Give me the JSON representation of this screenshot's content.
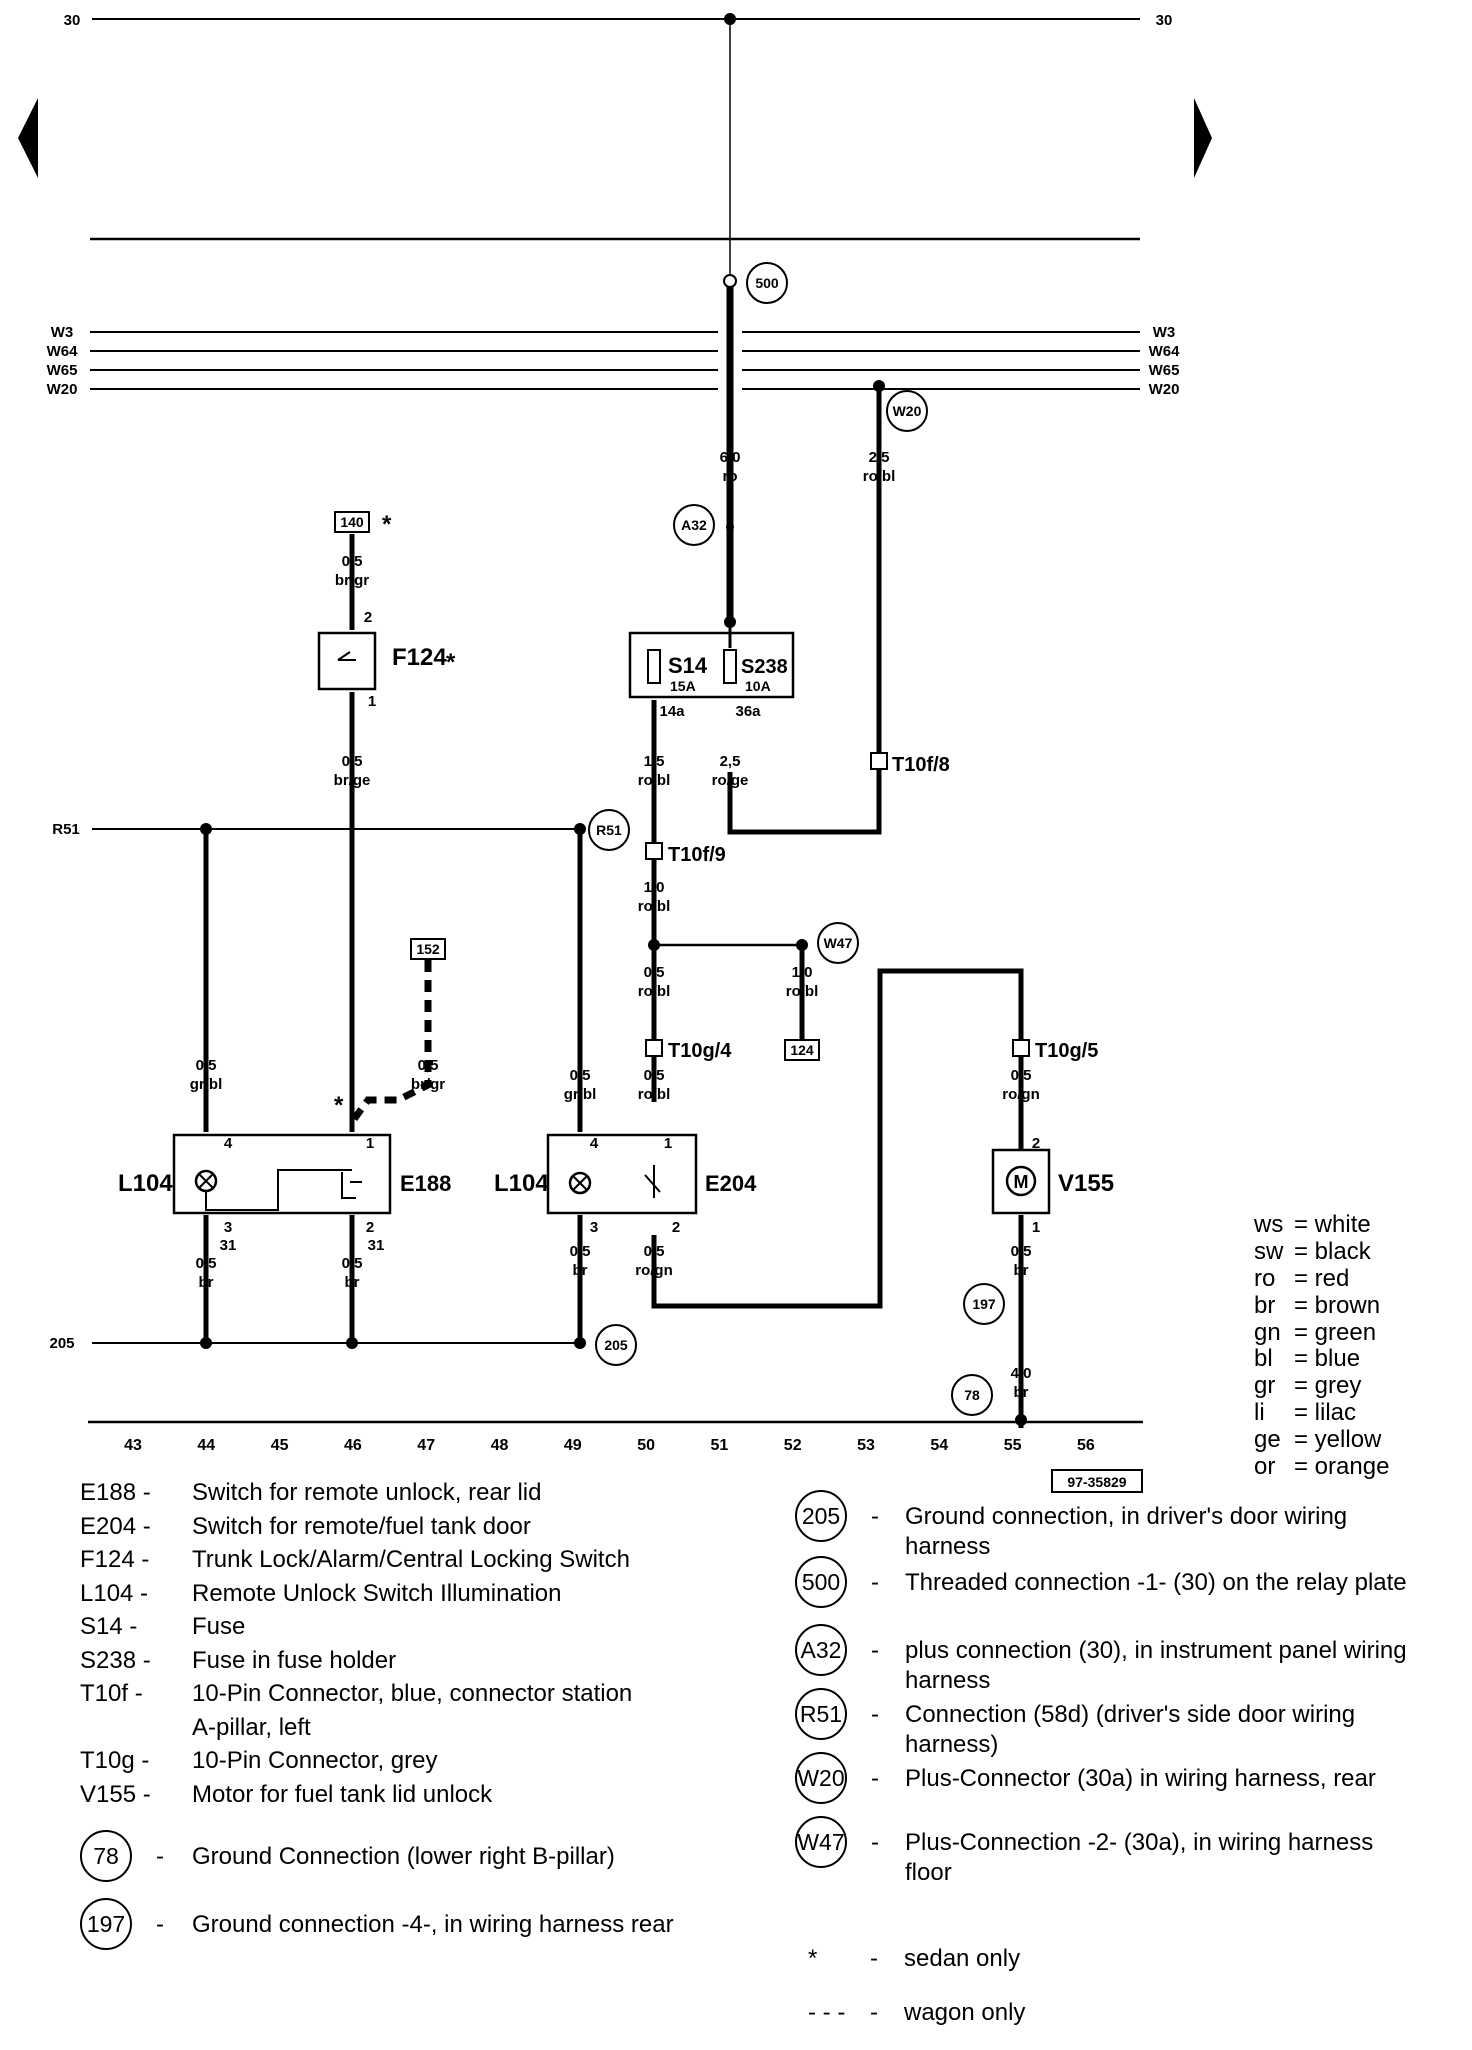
{
  "bus_labels": {
    "terminal_30": "30",
    "w3": "W3",
    "w64": "W64",
    "w65": "W65",
    "w20": "W20",
    "r51": "R51",
    "g205": "205"
  },
  "wires": {
    "w500": {
      "size": "6,0",
      "color": "ro"
    },
    "ww20": {
      "size": "2,5",
      "color": "ro/bl"
    },
    "w140": {
      "size": "0,5",
      "color": "br/gr"
    },
    "wf124": {
      "size": "0,5",
      "color": "br/ge"
    },
    "ws14": {
      "size": "1,5",
      "color": "ro/bl"
    },
    "ws238": {
      "size": "2,5",
      "color": "ro/ge"
    },
    "wt9": {
      "size": "1,0",
      "color": "ro/bl"
    },
    "wt10g4": {
      "size": "0,5",
      "color": "ro/bl"
    },
    "ww47": {
      "size": "1,0",
      "color": "ro/bl"
    },
    "wl104a": {
      "size": "0,5",
      "color": "gr/bl"
    },
    "w152": {
      "size": "0,5",
      "color": "br/gr"
    },
    "wl104b": {
      "size": "0,5",
      "color": "gr/bl"
    },
    "we204": {
      "size": "0,5",
      "color": "ro/bl"
    },
    "wv155": {
      "size": "0,5",
      "color": "ro/gn"
    },
    "wg1": {
      "size": "0,5",
      "color": "br"
    },
    "wg2": {
      "size": "0,5",
      "color": "br"
    },
    "wg3": {
      "size": "0,5",
      "color": "br"
    },
    "wg4": {
      "size": "0,5",
      "color": "ro/gn"
    },
    "wg5": {
      "size": "0,5",
      "color": "br"
    },
    "wg6": {
      "size": "4,0",
      "color": "br"
    }
  },
  "components": {
    "f124": "F124",
    "f124_star": "*",
    "s14": "S14",
    "s14_amp": "15A",
    "s238": "S238",
    "s238_amp": "10A",
    "t10f8": "T10f/8",
    "t10f9": "T10f/9",
    "t10g4": "T10g/4",
    "t10g5": "T10g/5",
    "l104a": "L104",
    "e188": "E188",
    "l104b": "L104",
    "e204": "E204",
    "v155": "V155"
  },
  "pins": {
    "f2": "2",
    "f1": "1",
    "s14pin": "14a",
    "s238pin": "36a",
    "l4a": "4",
    "l3a": "3",
    "l31a": "31",
    "e1a": "1",
    "e2a": "2",
    "e31a": "31",
    "l4b": "4",
    "l3b": "3",
    "e1b": "1",
    "e2b": "2",
    "v2": "2",
    "v1": "1"
  },
  "connectors": {
    "c500": "500",
    "cw20": "W20",
    "ca32": "A32",
    "cr51": "R51",
    "cw47": "W47",
    "c205": "205",
    "c197": "197",
    "c78": "78"
  },
  "boxes": {
    "b140": "140",
    "b152": "152",
    "b124": "124"
  },
  "star": "*",
  "ruler": [
    "43",
    "44",
    "45",
    "46",
    "47",
    "48",
    "49",
    "50",
    "51",
    "52",
    "53",
    "54",
    "55",
    "56"
  ],
  "ref_number": "97-35829",
  "legend_left": [
    {
      "code": "E188 -",
      "desc": "Switch for remote unlock, rear lid"
    },
    {
      "code": "E204 -",
      "desc": "Switch for remote/fuel tank door"
    },
    {
      "code": "F124 -",
      "desc": "Trunk Lock/Alarm/Central Locking Switch"
    },
    {
      "code": "L104 -",
      "desc": "Remote Unlock Switch Illumination"
    },
    {
      "code": "S14  -",
      "desc": "Fuse"
    },
    {
      "code": "S238 -",
      "desc": "Fuse in fuse holder"
    },
    {
      "code": "T10f  -",
      "desc": "10-Pin Connector, blue, connector station"
    },
    {
      "code": "",
      "desc": "A-pillar, left"
    },
    {
      "code": "T10g -",
      "desc": "10-Pin Connector, grey"
    },
    {
      "code": "V155 -",
      "desc": "Motor for fuel tank lid unlock"
    }
  ],
  "legend_left_circles": [
    {
      "num": "78",
      "dash": "-",
      "desc": "Ground Connection (lower right B-pillar)"
    },
    {
      "num": "197",
      "dash": "-",
      "desc": "Ground connection -4-, in wiring harness rear"
    }
  ],
  "legend_right": [
    {
      "num": "205",
      "dash": "-",
      "line1": "Ground connection, in driver's door wiring",
      "line2": "harness"
    },
    {
      "num": "500",
      "dash": "-",
      "line1": "Threaded connection -1- (30) on the relay plate",
      "line2": ""
    },
    {
      "num": "A32",
      "dash": "-",
      "line1": "plus connection (30), in instrument panel wiring",
      "line2": "harness"
    },
    {
      "num": "R51",
      "dash": "-",
      "line1": "Connection (58d) (driver's side door wiring",
      "line2": "harness)"
    },
    {
      "num": "W20",
      "dash": "-",
      "line1": "Plus-Connector (30a) in wiring harness, rear",
      "line2": ""
    },
    {
      "num": "W47",
      "dash": "-",
      "line1": "Plus-Connection -2- (30a), in wiring harness",
      "line2": "floor"
    }
  ],
  "footnotes": [
    {
      "sym": "*",
      "dash": "-",
      "desc": "sedan only"
    },
    {
      "sym": "- - -",
      "dash": "-",
      "desc": "wagon only"
    }
  ],
  "colors": [
    {
      "ab": "ws",
      "val": "= white"
    },
    {
      "ab": "sw",
      "val": "= black"
    },
    {
      "ab": "ro",
      "val": "= red"
    },
    {
      "ab": "br",
      "val": "= brown"
    },
    {
      "ab": "gn",
      "val": "= green"
    },
    {
      "ab": "bl",
      "val": "= blue"
    },
    {
      "ab": "gr",
      "val": "= grey"
    },
    {
      "ab": "li",
      "val": "= lilac"
    },
    {
      "ab": "ge",
      "val": "= yellow"
    },
    {
      "ab": "or",
      "val": "= orange"
    }
  ]
}
